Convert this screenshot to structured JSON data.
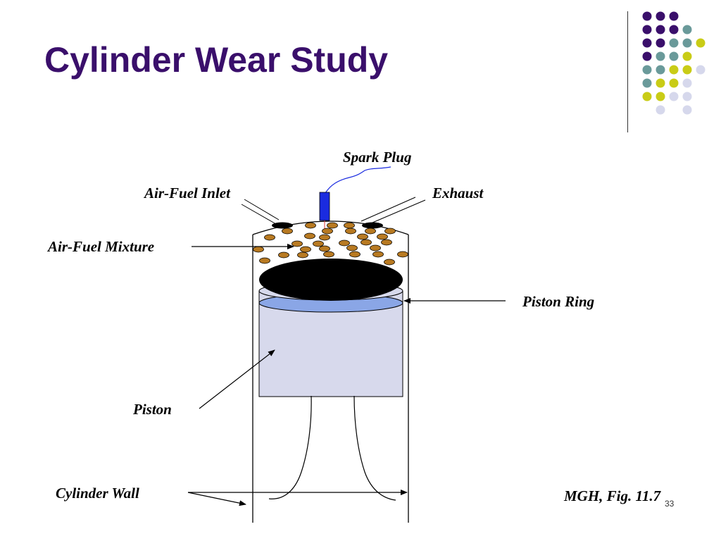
{
  "slide": {
    "title": "Cylinder Wear Study",
    "page_number": "33",
    "colors": {
      "title": "#3a0f6b",
      "dot_purple": "#3a0f6b",
      "dot_teal": "#6a9a9a",
      "dot_yellow": "#c9cc16",
      "dot_lavender": "#d6d8ec"
    }
  },
  "diagram": {
    "labels": {
      "spark_plug": "Spark Plug",
      "air_fuel_inlet": "Air-Fuel Inlet",
      "exhaust": "Exhaust",
      "air_fuel_mixture": "Air-Fuel Mixture",
      "piston_ring": "Piston Ring",
      "piston": "Piston",
      "cylinder_wall": "Cylinder Wall"
    },
    "citation": "MGH, Fig. 11.7",
    "colors": {
      "spark_plug": "#1a2be0",
      "piston_body": "#d7d9ec",
      "piston_ring": "#8aa6e6",
      "fuel_droplet": "#b87a22",
      "piston_top": "#000000"
    }
  }
}
